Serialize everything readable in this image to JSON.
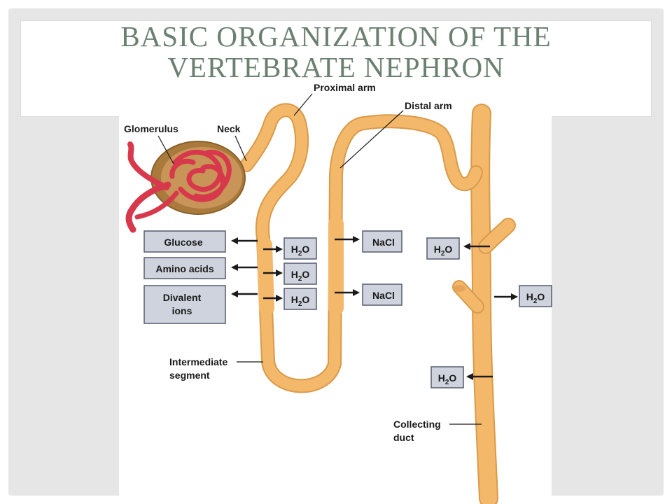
{
  "slide": {
    "title_line1": "BASIC ORGANIZATION OF THE",
    "title_line2": "VERTEBRATE NEPHRON"
  },
  "labels": {
    "proximal_arm": "Proximal arm",
    "distal_arm": "Distal arm",
    "glomerulus": "Glomerulus",
    "neck": "Neck",
    "intermediate_line1": "Intermediate",
    "intermediate_line2": "segment",
    "collecting_line1": "Collecting",
    "collecting_line2": "duct"
  },
  "boxes": {
    "glucose": "Glucose",
    "amino_acids": "Amino acids",
    "divalent_line1": "Divalent",
    "divalent_line2": "ions",
    "nacl": "NaCl",
    "water_main": "H",
    "water_sub": "2",
    "water_tail": "O"
  },
  "colors": {
    "tubule": "#f4b86a",
    "tubule_edge": "#d99a4a",
    "capsule": "#b88a4a",
    "vessel": "#d8384b",
    "box_fill": "#cfd3de",
    "box_edge": "#555b6e",
    "title": "#6b8070"
  }
}
